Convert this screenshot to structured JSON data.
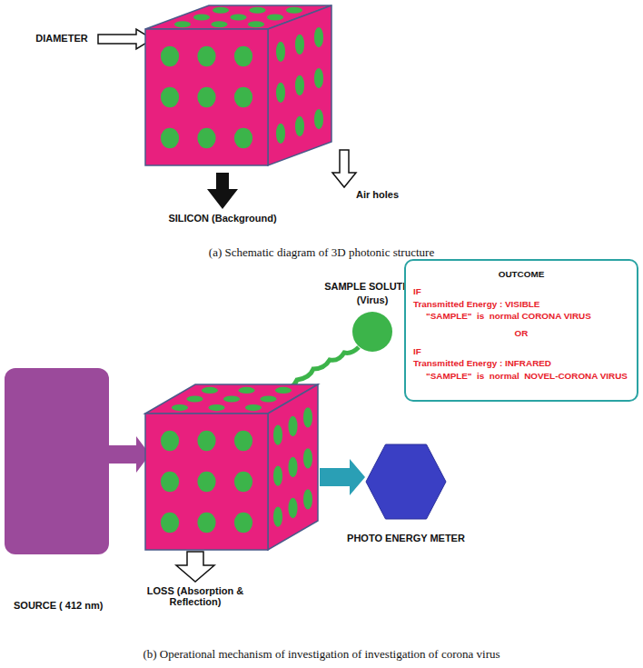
{
  "diagram": {
    "nodes": [
      {
        "text": [
          "SOURCE ( 412 nm)"
        ]
      },
      {
        "text": [
          "SAMPLE SOLUTION (Virus)"
        ]
      },
      {
        "text": [
          "OUTCOME",
          "IF",
          "Transmitted Energy : VISIBLE",
          "\"SAMPLE\"  is  normal CORONA VIRUS",
          "OR",
          "IF",
          "Transmitted Energy : INFRARED",
          "\"SAMPLE\"  is  normal  NOVEL-CORONA VIRUS"
        ]
      },
      {
        "text": [
          "PHOTO ENERGY METER"
        ]
      }
    ],
    "labels": [
      "DIAMETER",
      "SILICON (Background)",
      "Air holes",
      "(a) Schematic diagram of 3D photonic structure",
      "LOSS (Absorption & Reflection)",
      "(b) Operational mechanism of investigation of investigation of corona virus"
    ]
  }
}
